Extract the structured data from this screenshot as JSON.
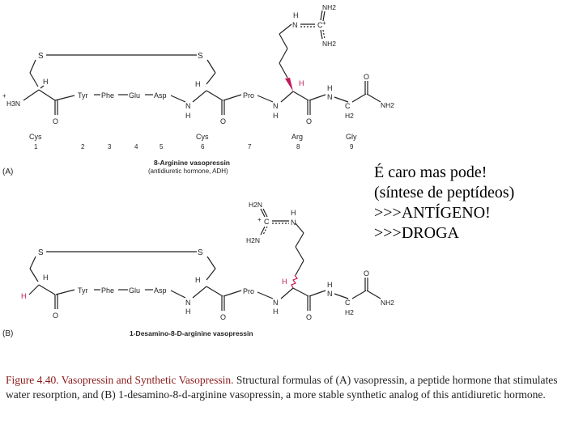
{
  "panel_a": {
    "label": "(A)",
    "title": "8-Arginine vasopressin",
    "subtitle": "(antidiuretic hormone, ADH)",
    "residues": {
      "r1": "Cys",
      "r6": "Cys",
      "r8": "Arg",
      "r9": "Gly"
    },
    "positions": [
      "1",
      "2",
      "3",
      "4",
      "5",
      "6",
      "7",
      "8",
      "9"
    ],
    "chain": {
      "tyr": "Tyr",
      "phe": "Phe",
      "glu": "Glu",
      "asp": "Asp",
      "pro": "Pro"
    },
    "amine": "H3N",
    "amine_charge": "+",
    "guanidino_top": "NH2",
    "guanidino_side": "NH2",
    "guanidino_charge": "+"
  },
  "panel_b": {
    "label": "(B)",
    "title": "1-Desamino-8-D-arginine vasopressin",
    "chain": {
      "tyr": "Tyr",
      "phe": "Phe",
      "glu": "Glu",
      "asp": "Asp",
      "pro": "Pro"
    },
    "guanidino_top": "H2N",
    "guanidino_side": "H2N",
    "guanidino_charge": "+"
  },
  "atoms": {
    "S": "S",
    "H": "H",
    "N": "N",
    "O": "O",
    "C": "C",
    "NH2": "NH2",
    "H2": "H2"
  },
  "note": {
    "line1": "É caro mas pode!",
    "line2": "(síntese de peptídeos)",
    "line3": ">>>ANTÍGENO!",
    "line4": ">>>DROGA"
  },
  "caption": {
    "title": "Figure 4.40. Vasopressin and Synthetic Vasopressin.",
    "text": " Structural formulas of (A) vasopressin, a peptide hormone that stimulates water resorption, and (B) 1-desamino-8-d-arginine vasopressin, a more stable synthetic analog of this antidiuretic hormone."
  },
  "colors": {
    "accent": "#c0185a",
    "caption_title": "#8b1a1a"
  }
}
